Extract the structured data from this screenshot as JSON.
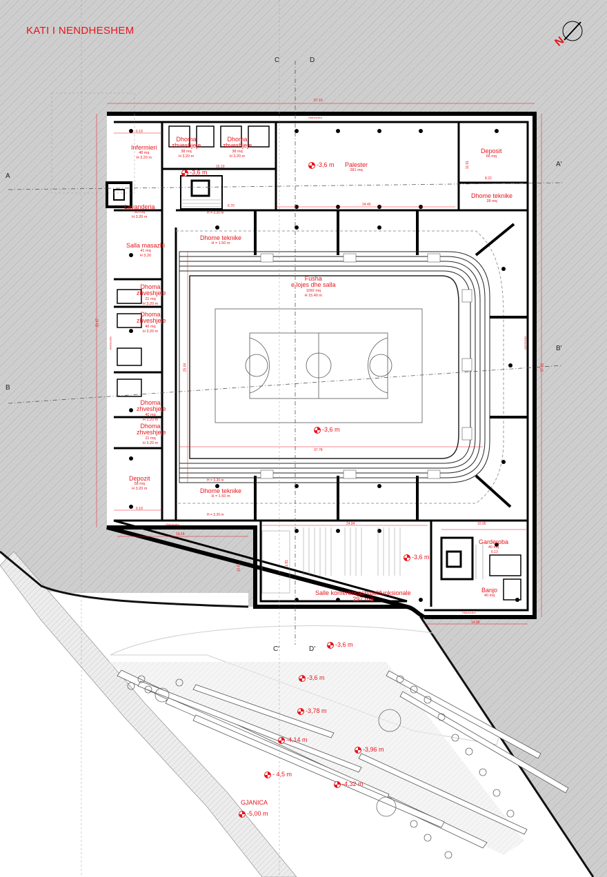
{
  "title": "KATI I NENDHESHEM",
  "north_label": "N",
  "section_markers": {
    "a": "A",
    "a_prime": "A'",
    "b": "B",
    "b_prime": "B'",
    "c": "C",
    "d": "D",
    "c_prime": "C'",
    "d_prime": "D'"
  },
  "rooms": {
    "infermieri": {
      "name": "Infermieri",
      "area": "48 mq",
      "height": "H 3.20 m"
    },
    "dhoma1": {
      "name": "Dhoma zhveshjeje",
      "area": "38 mq",
      "height": "H 3.20 m"
    },
    "dhoma2": {
      "name": "Dhoma zhveshjeje",
      "area": "38 mq",
      "height": "H 3.20 m"
    },
    "palester": {
      "name": "Palester",
      "area": "281 mq"
    },
    "deposit": {
      "name": "Deposit",
      "area": "66 mq"
    },
    "dhome_teknike_ne": {
      "name": "Dhome teknike",
      "area": "28 mq"
    },
    "lavanderia": {
      "name": "Lavanderia",
      "area": "30 mq",
      "height": "H 3.20 m"
    },
    "salla_masazhi": {
      "name": "Salla masazhi",
      "area": "41 mq",
      "height": "H 3.20"
    },
    "dhoma3": {
      "name": "Dhoma zhveshjeje",
      "area": "21 mq",
      "height": "H 3.20 m"
    },
    "dhoma4": {
      "name": "Dhoma zhveshjeje",
      "area": "46 mq",
      "height": "H 3.20 m"
    },
    "dhoma5": {
      "name": "Dhoma zhveshjeje",
      "area": "40 mq",
      "height": "H 3.20 m"
    },
    "dhoma6": {
      "name": "Dhoma zhveshjeje",
      "area": "21 mq",
      "height": "H 3.20 m"
    },
    "depozit": {
      "name": "Depozit",
      "area": "58 mq",
      "height": "H 3.20 m"
    },
    "dhome_teknike_top": {
      "name": "Dhome teknike",
      "height": "H = 1.50 m"
    },
    "dhome_teknike_bottom": {
      "name": "Dhome teknike",
      "height": "H = 1.50 m"
    },
    "fusha": {
      "name": "Fusha",
      "name2": "e lojes dhe salla",
      "area": "1092 mq",
      "height": "H 15.40 m"
    },
    "garderoba": {
      "name": "Garderoba",
      "area": "40 mq"
    },
    "banjo": {
      "name": "Banjo",
      "area": "40 mq"
    },
    "salle": {
      "name": "Salle konferencash/polifunksionale",
      "area": "297 mq"
    },
    "gjanica": {
      "name": "GJANICA"
    }
  },
  "levels": {
    "corridor": "-3,6 m",
    "palester": "-3,6 m",
    "field": "-3,6 m",
    "salle": "-3,6 m",
    "ext1": "-3,6 m",
    "ext2": "-3,6 m",
    "ext3": "-3,78 m",
    "ext4": "-4,14 m",
    "ext5": "-3,96 m",
    "ext6": "- 4,5 m",
    "ext7": "-4,32 m",
    "gjanica": "-5,00 m"
  },
  "dims": {
    "total_w": "57.10",
    "field_w": "37.78",
    "field_h": "25.04",
    "palester_w": "24.40",
    "salle_w": "24.84",
    "left_w": "6.19",
    "left_w2": "6.19",
    "lower_w": "19.14",
    "right_low": "14.89",
    "gard_w": "10.95",
    "h_top": "H = 3.20 m",
    "h_mid": "H = 3.20 m",
    "h_bottom": "H = 3.20 m",
    "d_1510": "15.10",
    "d_670": "6.70",
    "d_822": "8.22",
    "d_613": "6.13",
    "d_1151": "11.51",
    "d_1181": "11.81",
    "d_1061": "10.61",
    "vert_total": "53.67",
    "vert_right": "57.02"
  },
  "wall_labels": {
    "top": "Hidroizolim",
    "bottom_left": "Hidroizolim",
    "bottom_right": "Hidroizolim",
    "left": "Hidroizolim",
    "right": "Hidroizolim"
  }
}
